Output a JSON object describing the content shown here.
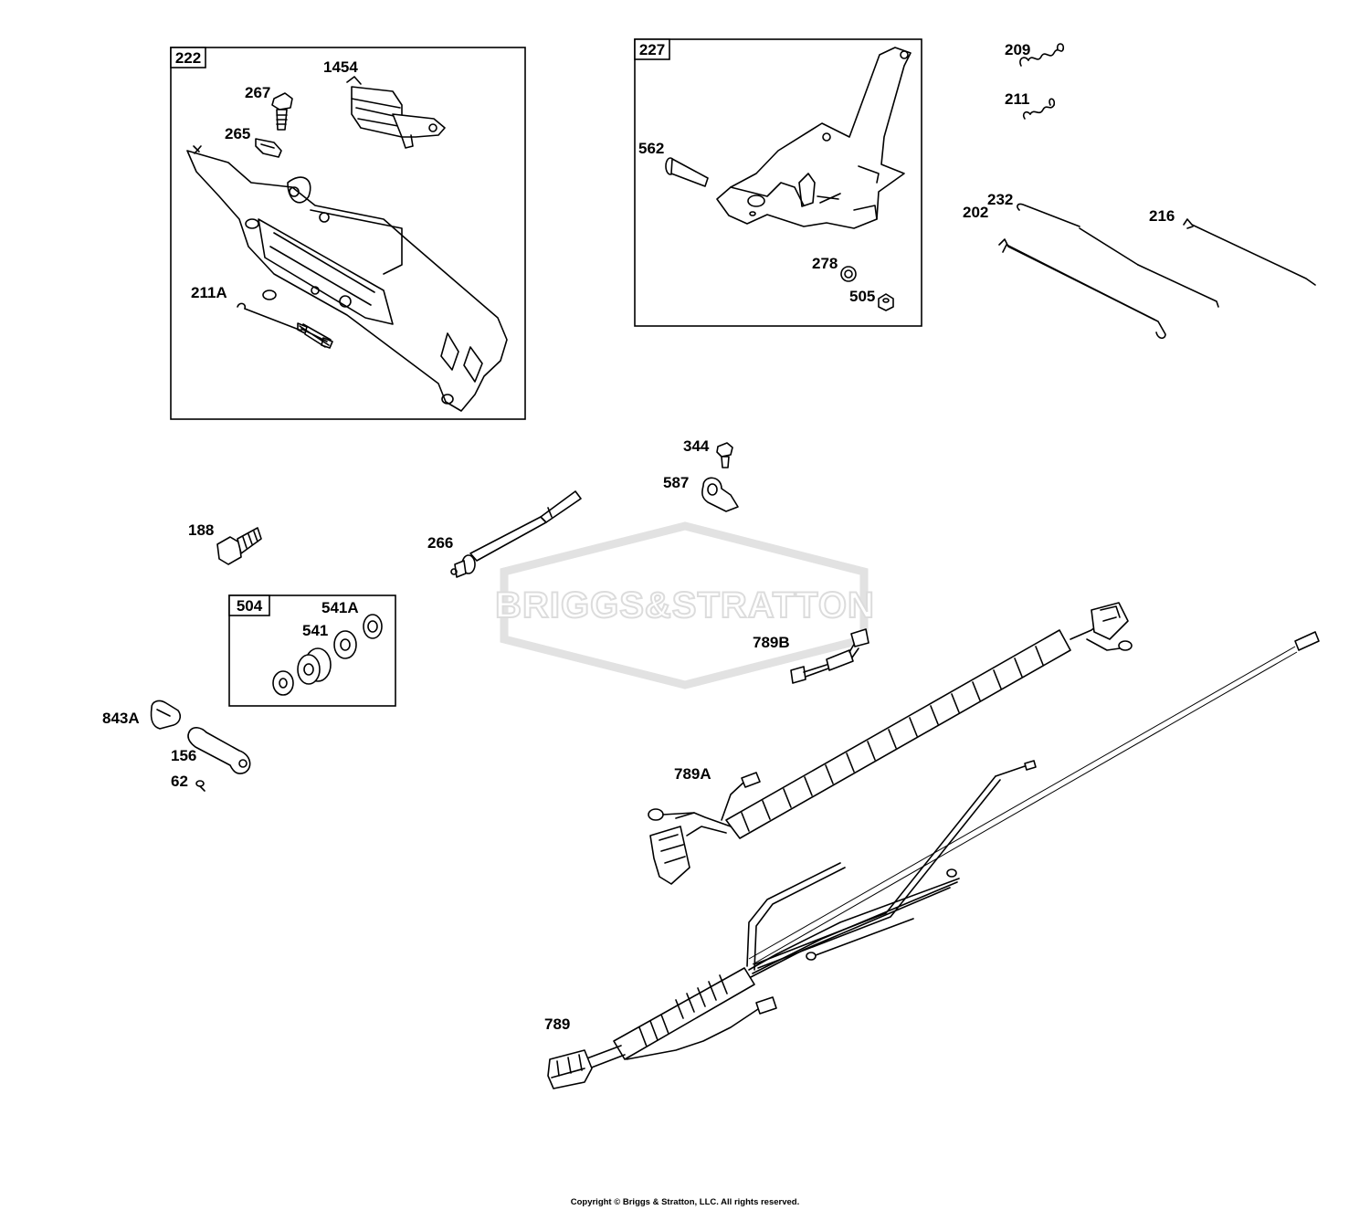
{
  "watermark": "BRIGGS&STRATTON",
  "copyright": "Copyright © Briggs & Stratton, LLC. All rights reserved.",
  "boxes": {
    "b222": "222",
    "b227": "227",
    "b504": "504"
  },
  "labels": {
    "p1454": "1454",
    "p267": "267",
    "p265": "265",
    "p211A": "211A",
    "p562": "562",
    "p278": "278",
    "p505": "505",
    "p209": "209",
    "p211": "211",
    "p232": "232",
    "p216": "216",
    "p202": "202",
    "p344": "344",
    "p587": "587",
    "p188": "188",
    "p266": "266",
    "p541A": "541A",
    "p541": "541",
    "p789B": "789B",
    "p843A": "843A",
    "p156": "156",
    "p62": "62",
    "p789A": "789A",
    "p789": "789"
  }
}
